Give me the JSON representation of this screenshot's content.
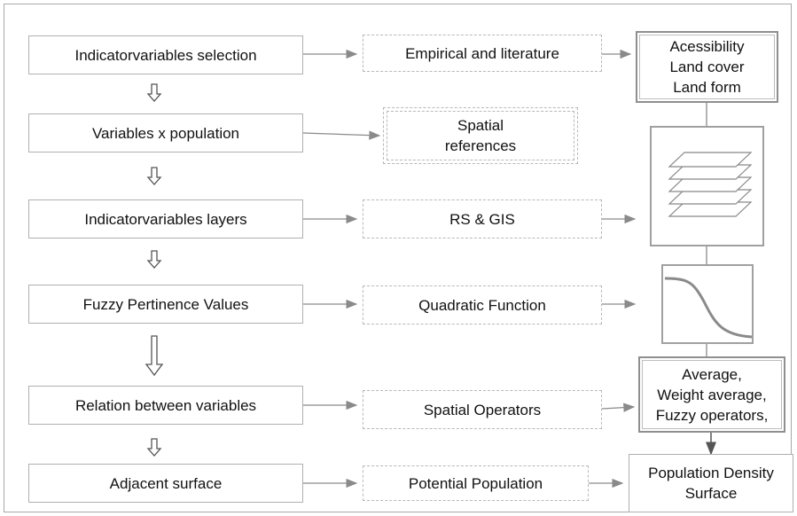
{
  "steps": [
    {
      "label": "Indicatorvariables selection",
      "method": "Empirical and literature"
    },
    {
      "label": "Variables  x  population",
      "method_lines": [
        "Spatial",
        "references"
      ]
    },
    {
      "label": "Indicatorvariables layers",
      "method": "RS & GIS"
    },
    {
      "label": "Fuzzy Pertinence  Values",
      "method": "Quadratic Function"
    },
    {
      "label": "Relation between variables",
      "method": "Spatial Operators"
    },
    {
      "label": "Adjacent surface",
      "method": "Potential Population"
    }
  ],
  "outputs": {
    "variables_lines": [
      "Acessibility",
      "Land cover",
      "Land form"
    ],
    "layers_icon": "stacked-layers-icon",
    "function_icon": "decreasing-curve-icon",
    "operators_lines": [
      "Average,",
      "Weight average,",
      "Fuzzy operators,"
    ],
    "result_lines": [
      "Population Density",
      "Surface"
    ]
  },
  "colors": {
    "connector": "#8a8a8a",
    "down_arrow": "#555555",
    "border": "#b0b0b0"
  }
}
